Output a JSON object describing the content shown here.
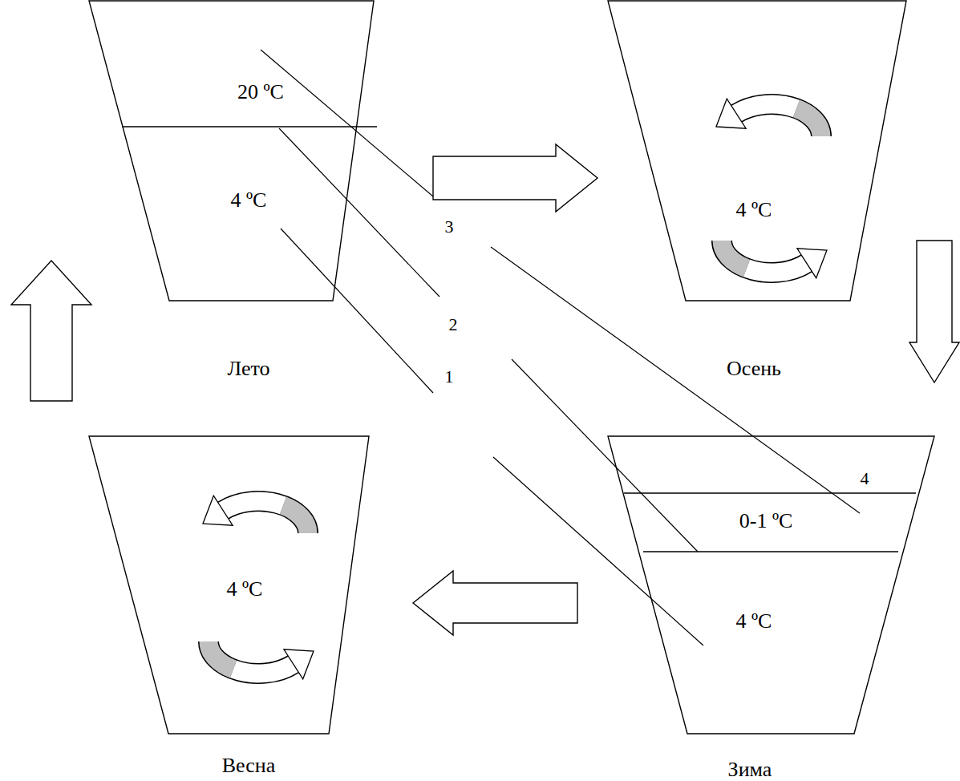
{
  "diagram": {
    "nodes": [
      {
        "text": [
          "20 ºC",
          "4 ºC",
          "Лето"
        ]
      },
      {
        "text": [
          "4 ºC",
          "Осень"
        ]
      },
      {
        "text": [
          "4 ºC",
          "Весна"
        ]
      },
      {
        "text": [
          "0-1 ºC",
          "4 ºC",
          "Зима"
        ]
      }
    ],
    "edges": [
      {
        "from": 0,
        "to": 1,
        "arrow": "to"
      },
      {
        "from": 1,
        "to": 3,
        "arrow": "to"
      },
      {
        "from": 3,
        "to": 2,
        "arrow": "to"
      },
      {
        "from": 2,
        "to": 0,
        "arrow": "to"
      }
    ],
    "labels": [
      "3",
      "2",
      "1",
      "4"
    ]
  }
}
